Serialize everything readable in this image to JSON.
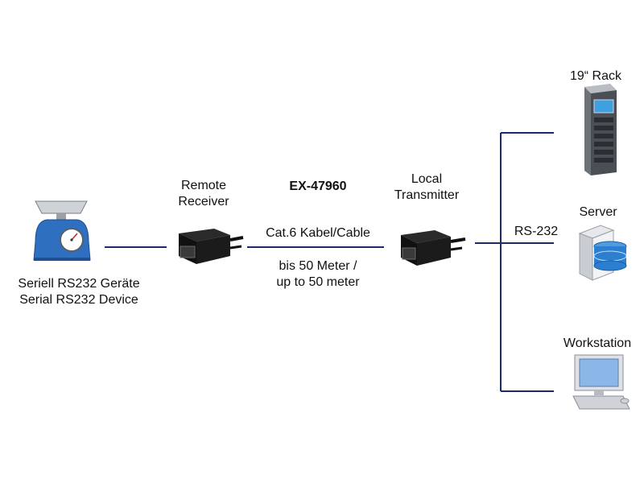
{
  "product_code": "EX-47960",
  "remote": {
    "line1": "Remote",
    "line2": "Receiver"
  },
  "local": {
    "line1": "Local",
    "line2": "Transmitter"
  },
  "cable": {
    "type": "Cat.6 Kabel/Cable",
    "distance_de": "bis 50 Meter /",
    "distance_en": "up to 50 meter"
  },
  "device": {
    "line_de": "Seriell RS232 Geräte",
    "line_en": "Serial RS232 Device",
    "icon": "scale-icon"
  },
  "protocol": "RS-232",
  "targets": {
    "rack": {
      "label": "19“ Rack",
      "icon": "server-rack-icon"
    },
    "server": {
      "label": "Server",
      "icon": "server-database-icon"
    },
    "workstation": {
      "label": "Workstation",
      "icon": "workstation-icon"
    }
  },
  "colors": {
    "line": "#1f2a6b",
    "scale_body": "#2f6fbf",
    "db_blue": "#2c7fd0"
  }
}
